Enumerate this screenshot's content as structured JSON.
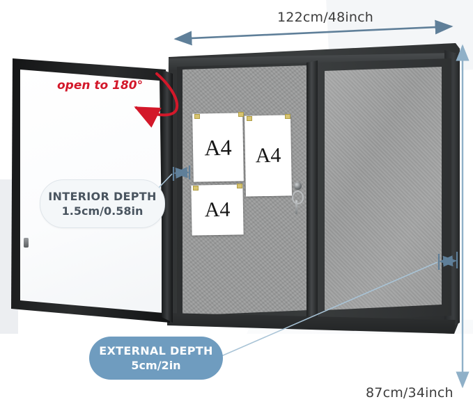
{
  "product": {
    "type": "enclosed-bulletin-board",
    "frame_color": "#2f3132",
    "felt_color": "#9a9b9b"
  },
  "annotations": {
    "width": {
      "label": "122cm/48inch",
      "arrow": "double-headed-horizontal",
      "color": "#5f7f99"
    },
    "height": {
      "label": "87cm/34inch",
      "arrow": "double-headed-vertical",
      "color": "#8fb0c8"
    },
    "open_angle": {
      "label": "open to 180°",
      "color": "#d3182a"
    },
    "interior_depth": {
      "title": "INTERIOR DEPTH",
      "value": "1.5cm/0.58in",
      "pill_bg": "#f4f7f9",
      "pill_text": "#4a5560"
    },
    "external_depth": {
      "title": "EXTERNAL DEPTH",
      "value": "5cm/2in",
      "pill_bg": "#6f9cbf",
      "pill_text": "#ffffff"
    }
  },
  "sheets": [
    {
      "label": "A4"
    },
    {
      "label": "A4"
    },
    {
      "label": "A4"
    }
  ]
}
